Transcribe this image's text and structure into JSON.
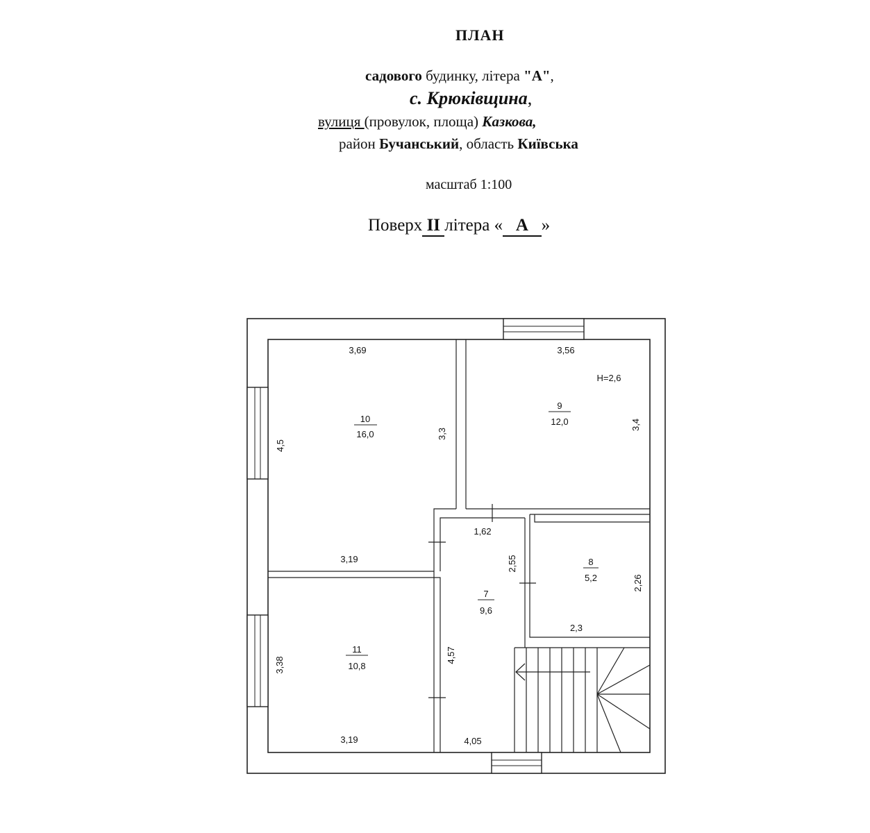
{
  "header": {
    "title": "ПЛАН",
    "line1": {
      "a": "садового",
      "b": " будинку, літера ",
      "c": "\"А\"",
      "d": ","
    },
    "line2": {
      "a": "с. Крюківщина",
      "b": ","
    },
    "line3": {
      "a": "вулиця ",
      "b": "(провулок, площа) ",
      "c": "Казкова,"
    },
    "line4": {
      "a": "район ",
      "b": "Бучанський",
      "c": ", область ",
      "d": "Київська"
    },
    "scale": "масштаб 1:100",
    "floor": {
      "a": "Поверх",
      "b": " II ",
      "c": "літера «",
      "d": "   А   ",
      "e": "»"
    }
  },
  "rooms": [
    {
      "number": "10",
      "area": "16,0"
    },
    {
      "number": "9",
      "area": "12,0"
    },
    {
      "number": "8",
      "area": "5,2"
    },
    {
      "number": "7",
      "area": "9,6"
    },
    {
      "number": "11",
      "area": "10,8"
    }
  ],
  "dimensions": {
    "r10_width": "3,69",
    "r10_height": "4,5",
    "r10_right": "3,3",
    "r10_bottom": "3,19",
    "r9_width": "3,56",
    "r9_height": "3,4",
    "height_label": "Н=2,6",
    "r7_top": "1,62",
    "r7_right": "2,55",
    "r7_left": "4,57",
    "r7_bottom": "4,05",
    "r8_right": "2,26",
    "r8_bottom": "2,3",
    "r11_left": "3,38",
    "r11_bottom": "3,19"
  }
}
